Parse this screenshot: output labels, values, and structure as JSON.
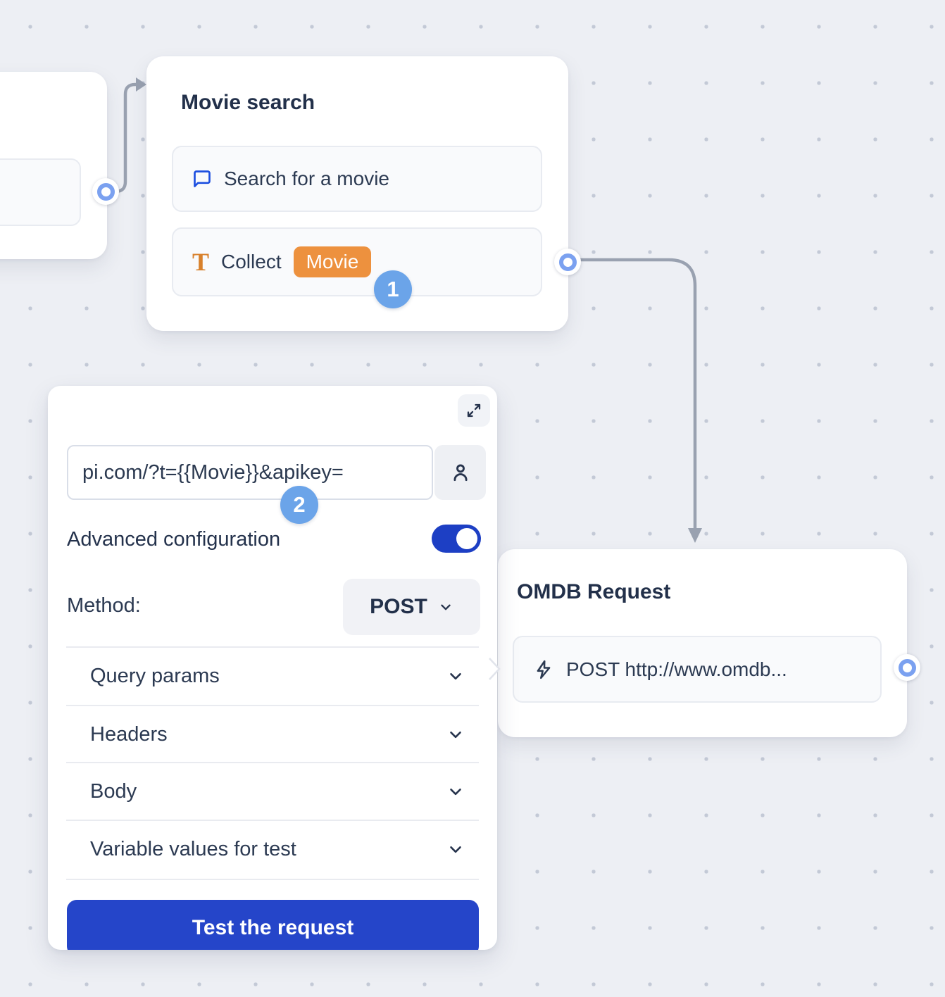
{
  "canvas": {
    "background_color": "#edeff4",
    "dot_color": "#c3c9d6",
    "connector_color": "#99a1b0",
    "port_ring_color": "#7ba1f0",
    "step_badge_color": "#6ba4e9"
  },
  "movie_search_node": {
    "title": "Movie search",
    "question_row": {
      "icon": "chat-bubble-icon",
      "label": "Search for a movie"
    },
    "collect_row": {
      "icon": "text-icon",
      "label": "Collect",
      "variable_badge": "Movie",
      "variable_badge_color": "#ed913e"
    },
    "step_badge": "1",
    "output_port": "port"
  },
  "webhook_panel": {
    "expand_icon": "expand-icon",
    "url_input": {
      "value": "pi.com/?t={{Movie}}&apikey="
    },
    "person_icon": "person-icon",
    "step_badge": "2",
    "advanced_configuration": {
      "label": "Advanced configuration",
      "enabled": true,
      "toggle_color": "#1d3fc4"
    },
    "method": {
      "label": "Method:",
      "value": "POST"
    },
    "sections": [
      "Query params",
      "Headers",
      "Body",
      "Variable values for test"
    ],
    "test_button_label": "Test the request",
    "accent_color": "#2545c9"
  },
  "omdb_node": {
    "title": "OMDB Request",
    "request_row": {
      "icon": "lightning-icon",
      "label": "POST http://www.omdb..."
    },
    "output_port": "port"
  }
}
